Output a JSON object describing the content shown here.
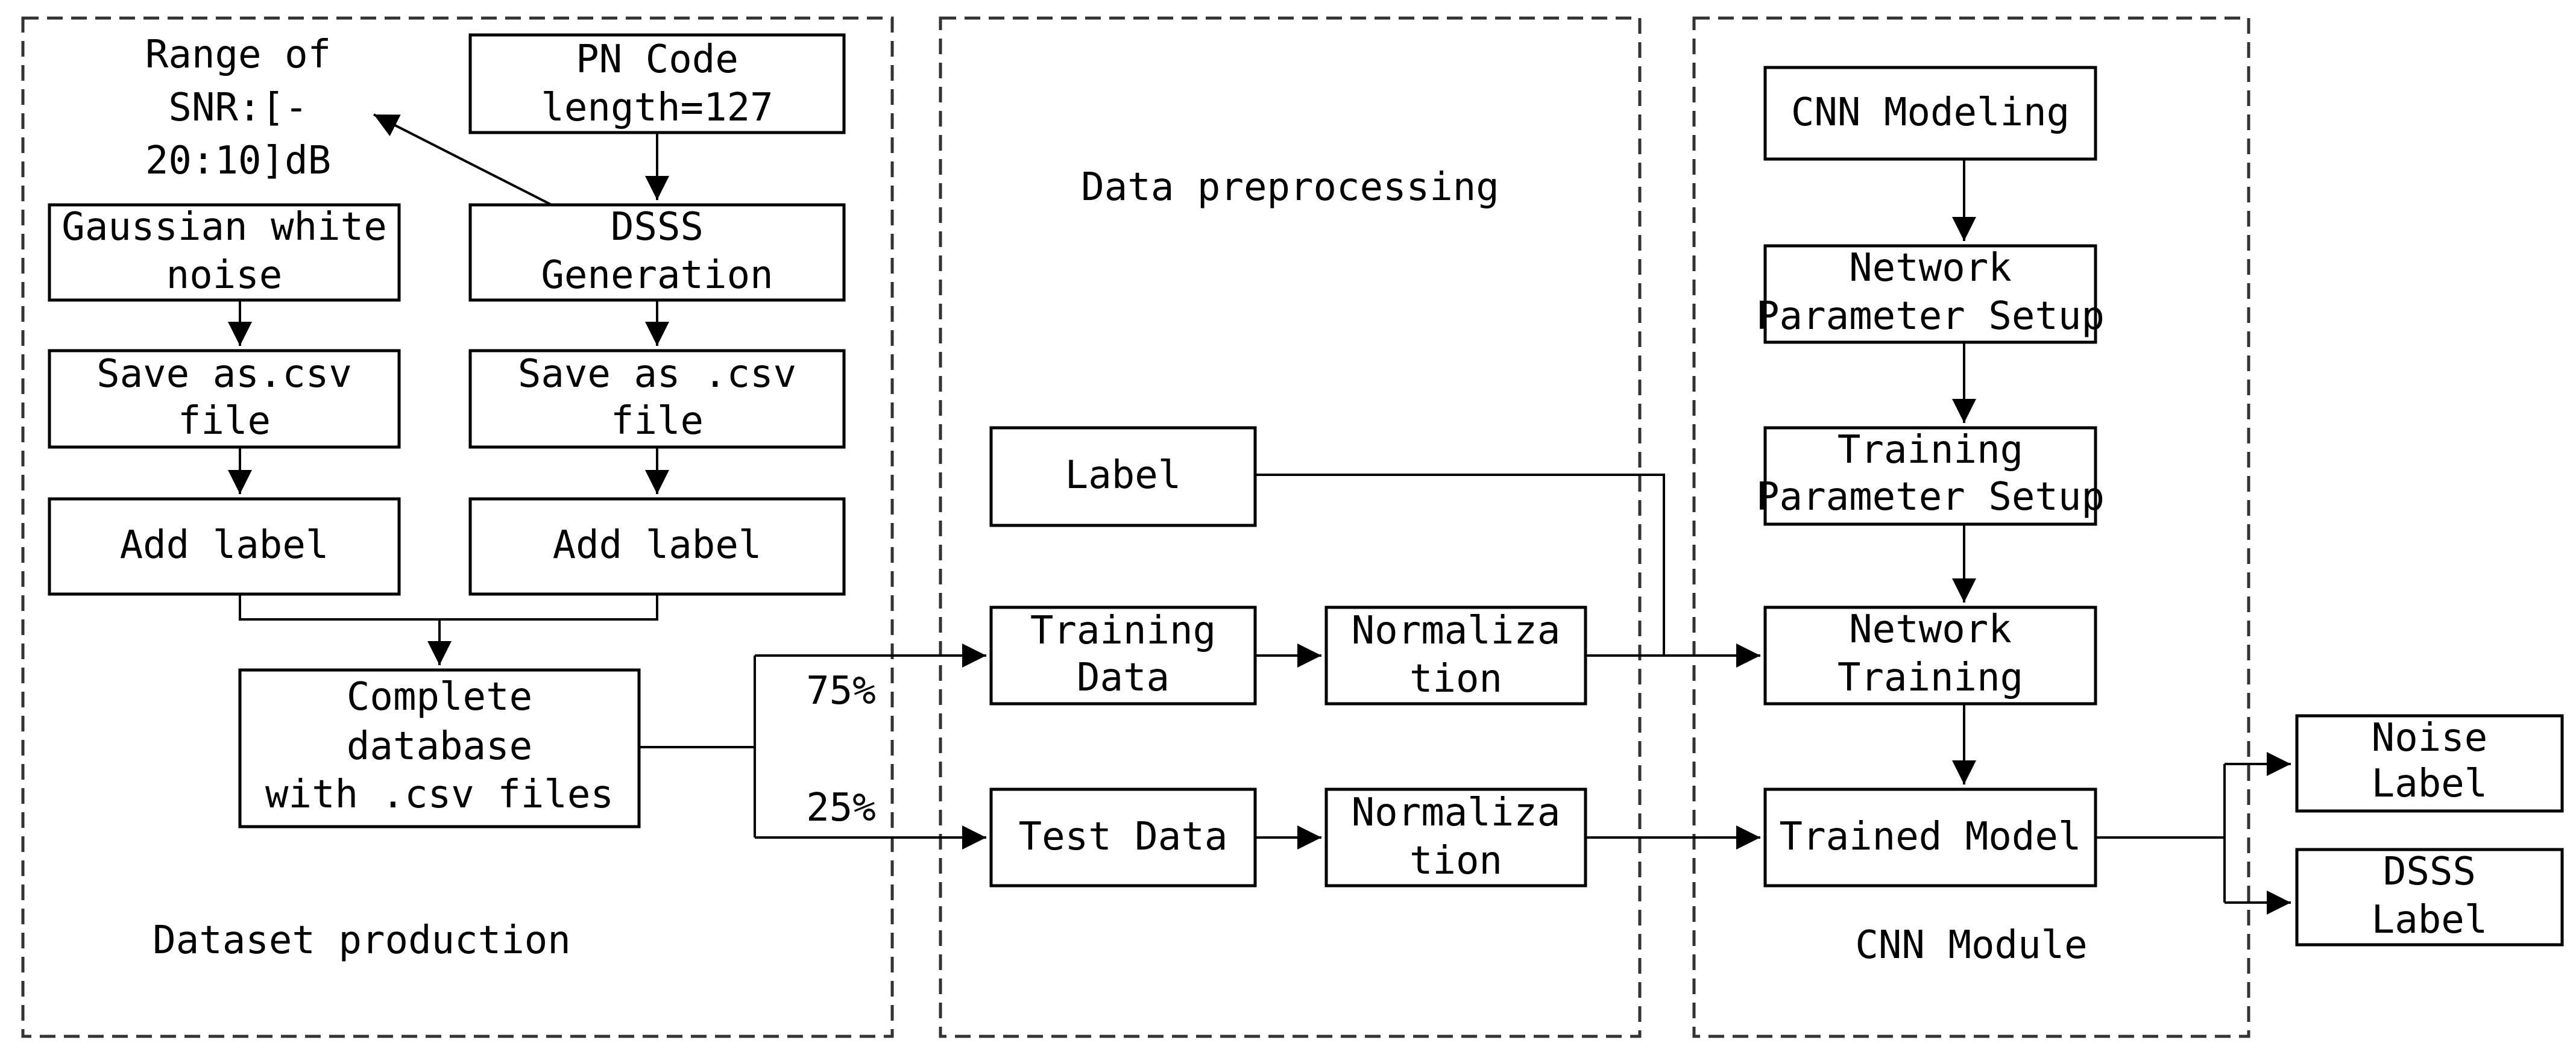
{
  "panels": {
    "dataset": "Dataset production",
    "preprocessing": "Data preprocessing",
    "cnn": "CNN Module"
  },
  "dataset": {
    "snr": [
      "Range of",
      "SNR:[-",
      "20:10]dB"
    ],
    "pn_code": [
      "PN Code",
      "length=127"
    ],
    "gaussian": [
      "Gaussian white",
      "noise"
    ],
    "dsss_gen": [
      "DSSS",
      "Generation"
    ],
    "save_left": [
      "Save as.csv",
      "file"
    ],
    "save_right": [
      "Save as .csv",
      "file"
    ],
    "add_label_left": "Add label",
    "add_label_right": "Add label",
    "complete_db": [
      "Complete",
      "database",
      "with .csv files"
    ],
    "split_train": "75%",
    "split_test": "25%"
  },
  "preprocessing": {
    "label": "Label",
    "training_data": [
      "Training",
      "Data"
    ],
    "test_data": "Test Data",
    "norm_train": [
      "Normaliza",
      "tion"
    ],
    "norm_test": [
      "Normaliza",
      "tion"
    ]
  },
  "cnn": {
    "modeling": "CNN Modeling",
    "network_param": [
      "Network",
      "Parameter Setup"
    ],
    "training_param": [
      "Training",
      "Parameter Setup"
    ],
    "network_training": [
      "Network",
      "Training"
    ],
    "trained_model": "Trained Model"
  },
  "outputs": {
    "noise_label": [
      "Noise",
      "Label"
    ],
    "dsss_label": [
      "DSSS",
      "Label"
    ]
  }
}
